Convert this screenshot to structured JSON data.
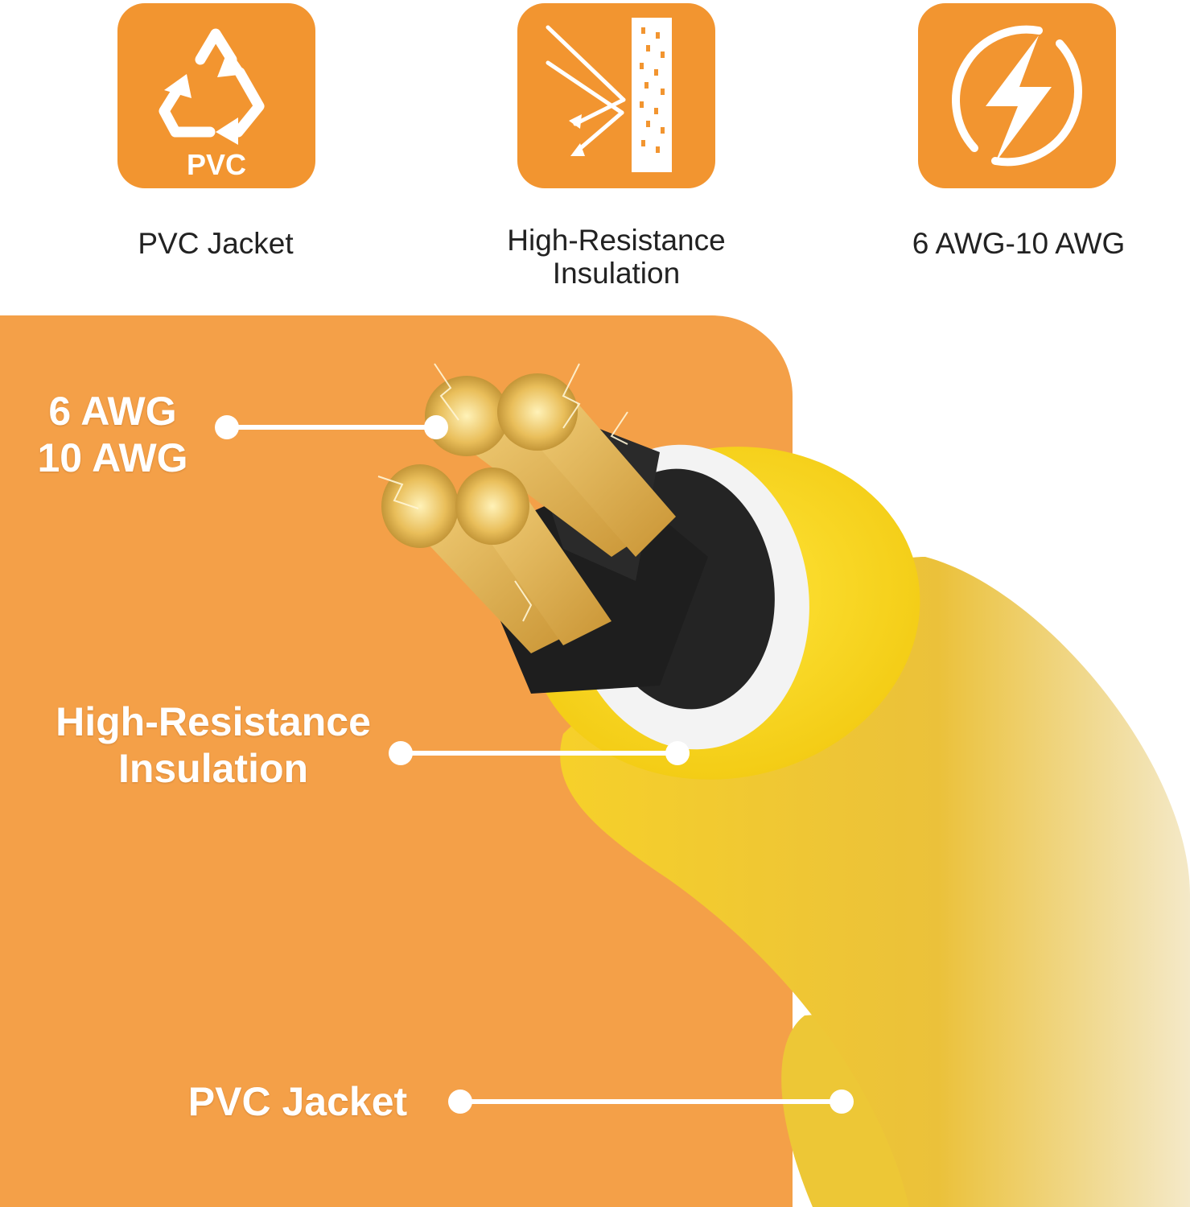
{
  "colors": {
    "tile_orange": "#F29530",
    "panel_orange": "#F4A048",
    "jacket_yellow": "#F7D21C",
    "conductor_gold": "#E4B250",
    "insulation_black": "#1E1E1E",
    "separator_white": "#F3F3F3"
  },
  "features": [
    {
      "icon": "recycle-icon",
      "badge": "PVC",
      "caption": "PVC Jacket"
    },
    {
      "icon": "shield-barrier-icon",
      "caption": "High-Resistance\nInsulation"
    },
    {
      "icon": "lightning-icon",
      "caption": "6 AWG-10 AWG"
    }
  ],
  "callouts": {
    "conductor": {
      "line1": "6 AWG",
      "line2": "10 AWG"
    },
    "insulation": {
      "line1": "High-Resistance",
      "line2": "Insulation"
    },
    "jacket": {
      "label": "PVC Jacket"
    }
  }
}
